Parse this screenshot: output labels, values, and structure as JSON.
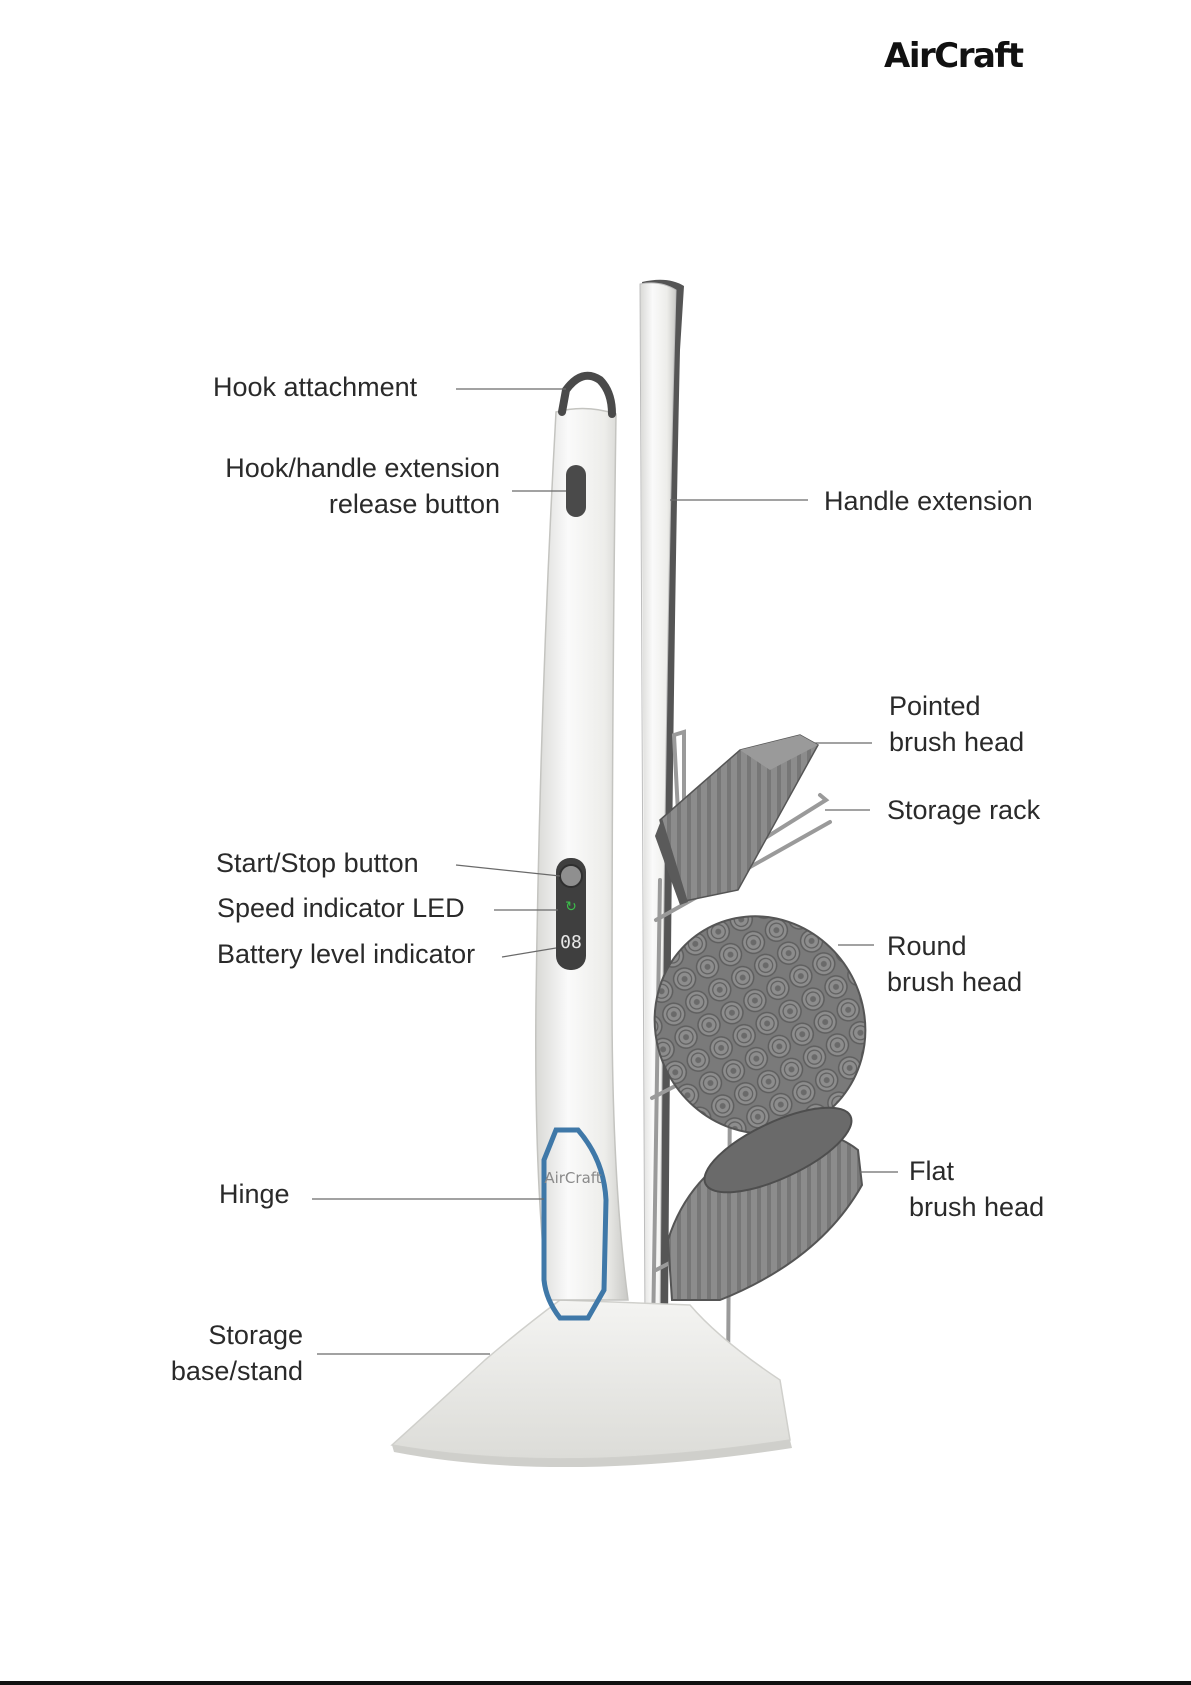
{
  "brand": {
    "logo_text": "AirCraft",
    "body_logo_text": "AirCraft"
  },
  "labels": {
    "hook_attachment": [
      "Hook attachment"
    ],
    "release_button": [
      "Hook/handle extension",
      "release button"
    ],
    "handle_extension": [
      "Handle extension"
    ],
    "pointed_brush": [
      "Pointed",
      "brush head"
    ],
    "storage_rack": [
      "Storage rack"
    ],
    "start_stop": [
      "Start/Stop button"
    ],
    "speed_led": [
      "Speed indicator LED"
    ],
    "battery": [
      "Battery level indicator"
    ],
    "round_brush": [
      "Round",
      "brush head"
    ],
    "hinge": [
      "Hinge"
    ],
    "flat_brush": [
      "Flat",
      "brush head"
    ],
    "base": [
      "Storage",
      "base/stand"
    ]
  },
  "display": {
    "battery_digits": "08"
  },
  "colors": {
    "body": "#f2f2f0",
    "accent_blue": "#3f78a8",
    "brush_grey": "#6f6f6f",
    "rack_steel": "#9a9a9a",
    "led_green": "#3bbf4a"
  }
}
